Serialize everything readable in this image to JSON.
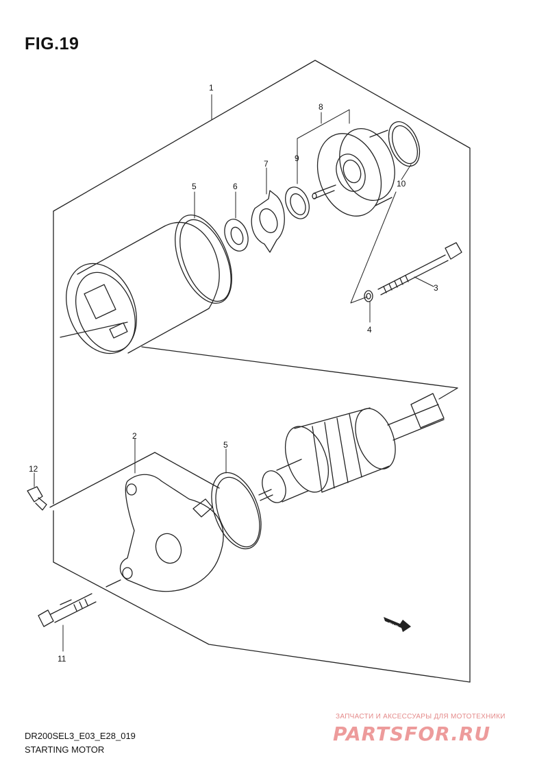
{
  "figure": {
    "title": "FIG.19"
  },
  "callouts": [
    "1",
    "2",
    "3",
    "4",
    "5",
    "5",
    "6",
    "7",
    "8",
    "9",
    "10",
    "11",
    "12"
  ],
  "fwd_label": "FWD",
  "footer": {
    "code": "DR200SEL3_E03_E28_019",
    "name": "STARTING MOTOR"
  },
  "watermark": {
    "caption": "ЗАПЧАСТИ И АКСЕССУАРЫ ДЛЯ МОТОТЕХНИКИ",
    "logo": "PARTSFOR.RU"
  }
}
